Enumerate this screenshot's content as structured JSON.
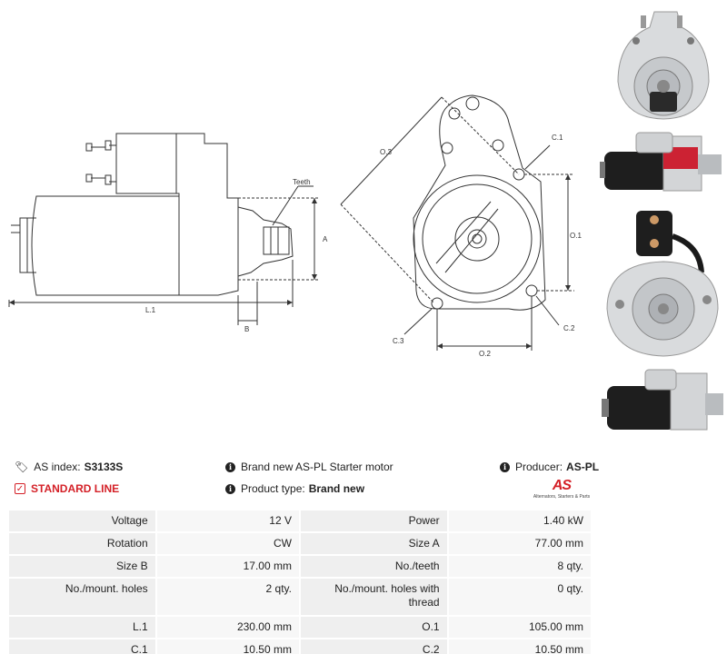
{
  "drawing": {
    "labels": {
      "teeth": "Teeth",
      "a": "A",
      "l1": "L.1",
      "b": "B",
      "o3": "O.3",
      "o1": "O.1",
      "o2": "O.2",
      "c1": "C.1",
      "c2": "C.2",
      "c3": "C.3"
    }
  },
  "info": {
    "as_index_label": "AS index:",
    "as_index_value": "S3133S",
    "standard_line": "STANDARD LINE",
    "description": "Brand new AS-PL Starter motor",
    "product_type_label": "Product type:",
    "product_type_value": "Brand new",
    "producer_label": "Producer:",
    "producer_value": "AS-PL",
    "logo_mark": "AS",
    "logo_tagline": "Alternators, Starters & Parts"
  },
  "colors": {
    "brand_red": "#d42027",
    "cell_bg": "#efefef"
  },
  "icons": {
    "tag": "tag-icon",
    "info": "info-icon",
    "check": "checkbox-icon"
  },
  "specs": [
    {
      "l1": "Voltage",
      "v1": "12 V",
      "l2": "Power",
      "v2": "1.40 kW"
    },
    {
      "l1": "Rotation",
      "v1": "CW",
      "l2": "Size A",
      "v2": "77.00 mm"
    },
    {
      "l1": "Size B",
      "v1": "17.00 mm",
      "l2": "No./teeth",
      "v2": "8 qty."
    },
    {
      "l1": "No./mount. holes",
      "v1": "2 qty.",
      "l2": "No./mount. holes with thread",
      "v2": "0 qty."
    },
    {
      "l1": "L.1",
      "v1": "230.00 mm",
      "l2": "O.1",
      "v2": "105.00 mm"
    },
    {
      "l1": "C.1",
      "v1": "10.50 mm",
      "l2": "C.2",
      "v2": "10.50 mm"
    }
  ]
}
